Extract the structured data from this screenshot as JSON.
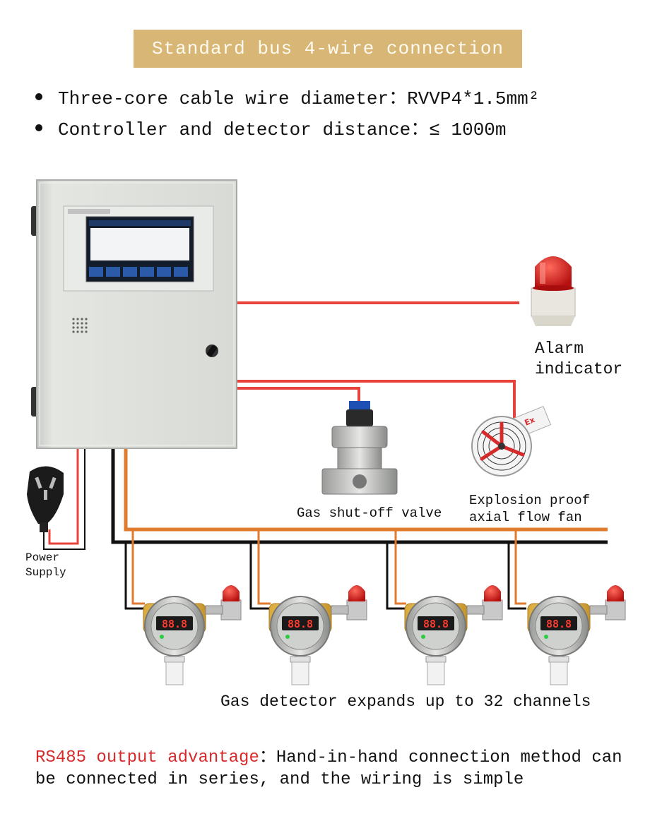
{
  "title": "Standard bus 4-wire connection",
  "bullets": [
    "Three-core cable wire diameter：RVVP4*1.5mm²",
    "Controller and detector distance：≤ 1000m"
  ],
  "labels": {
    "alarm": "Alarm\nindicator",
    "valve": "Gas shut-off valve",
    "fan": "Explosion proof\naxial flow fan",
    "power": "Power\nSupply",
    "detectors": "Gas detector expands up to 32 channels"
  },
  "detector_count_shown": 4,
  "detector_display": "88.8",
  "footer": {
    "highlight": "RS485 output advantage",
    "text": "：Hand-in-hand connection method can be connected in series, and the wiring is simple"
  },
  "colors": {
    "banner": "#d8b676",
    "red_wire": "#e8423c",
    "orange_wire": "#e07a2c",
    "black_wire": "#111111",
    "highlight_text": "#d62b2b"
  }
}
